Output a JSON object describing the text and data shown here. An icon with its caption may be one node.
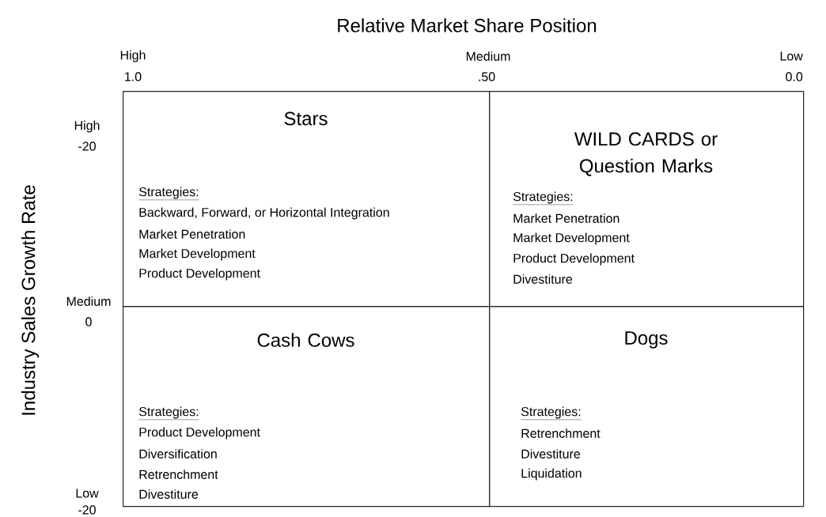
{
  "diagram": {
    "nodes": [
      {
        "text": [
          "Stars",
          "Strategies:",
          "Backward, Forward, or Horizontal Integration",
          "Market Penetration",
          "Market Development",
          "Product Development"
        ]
      },
      {
        "text": [
          "WILD CARDS or Question Marks",
          "Strategies:",
          "Market Penetration",
          "Market Development",
          "Product Development",
          "Divestiture"
        ]
      },
      {
        "text": [
          "Cash Cows",
          "Strategies:",
          "Product Development",
          "Diversification",
          "Retrenchment",
          "Divestiture"
        ]
      },
      {
        "text": [
          "Dogs",
          "Strategies:",
          "Retrenchment",
          "Divestiture",
          "Liquidation"
        ]
      }
    ],
    "labels": [
      "Relative Market Share Position",
      "High",
      "Medium",
      "Low",
      "1.0",
      ".50",
      "0.0",
      "Industry Sales Growth Rate",
      "High",
      "-20",
      "Medium",
      "0",
      "Low",
      "-20"
    ]
  }
}
